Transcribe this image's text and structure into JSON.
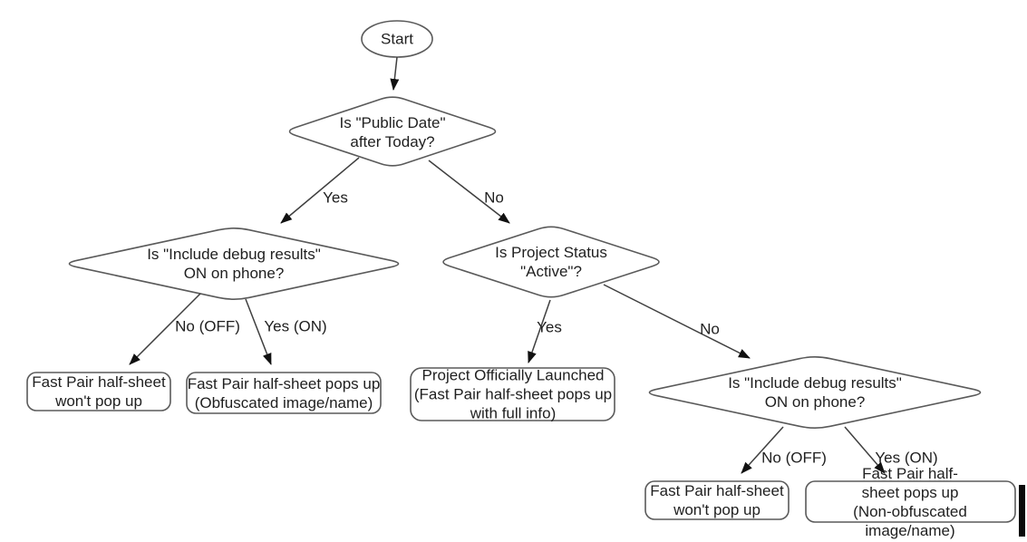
{
  "flowchart": {
    "colors": {
      "background": "#ffffff",
      "shape_stroke": "#5a5a5a",
      "edge_stroke": "#3f3f3f",
      "arrowhead": "#111111",
      "text": "#1f1f1f"
    },
    "nodes": {
      "start": {
        "type": "terminator",
        "label": "Start"
      },
      "decision_public_date": {
        "type": "decision",
        "label": "Is \"Public Date\"\nafter Today?"
      },
      "decision_debug_left": {
        "type": "decision",
        "label": "Is \"Include debug results\"\nON on phone?"
      },
      "decision_project_status": {
        "type": "decision",
        "label": "Is Project Status\n\"Active\"?"
      },
      "decision_debug_right": {
        "type": "decision",
        "label": "Is \"Include debug results\"\nON on phone?"
      },
      "result_wont_popup_left": {
        "type": "result",
        "label": "Fast Pair half-sheet\nwon't pop up"
      },
      "result_obfuscated": {
        "type": "result",
        "label": "Fast Pair half-sheet pops up\n(Obfuscated image/name)"
      },
      "result_launched": {
        "type": "result",
        "label": "Project Officially Launched\n(Fast Pair half-sheet pops up\nwith full info)"
      },
      "result_wont_popup_right": {
        "type": "result",
        "label": "Fast Pair half-sheet\nwon't pop up"
      },
      "result_non_obfuscated": {
        "type": "result",
        "label": "Fast Pair half-sheet pops up\n(Non-obfuscated image/name)"
      }
    },
    "edge_labels": {
      "d1_yes": "Yes",
      "d1_no": "No",
      "d2_no_off": "No (OFF)",
      "d2_yes_on": "Yes (ON)",
      "d3_yes": "Yes",
      "d3_no": "No",
      "d4_no_off": "No (OFF)",
      "d4_yes_on": "Yes (ON)"
    }
  }
}
